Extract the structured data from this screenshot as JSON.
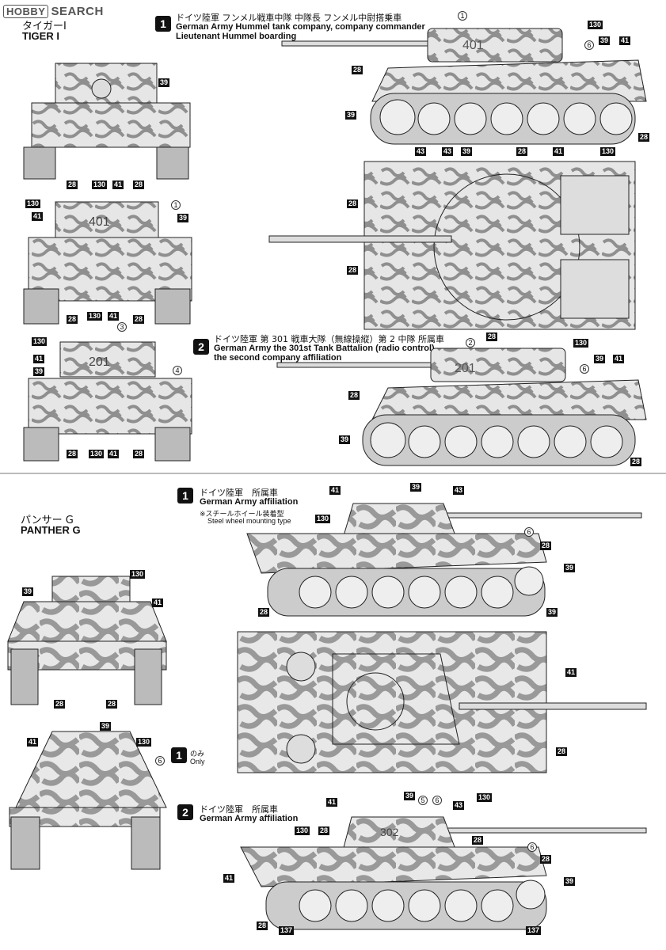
{
  "watermark": {
    "brand": "HOBBY",
    "text": "SEARCH"
  },
  "tiger": {
    "title_jp": "タイガーⅠ",
    "title_en": "TIGER I",
    "variant1": {
      "badge": "1",
      "line_jp": "ドイツ陸軍 フンメル戦車中隊 中隊長 フンメル中尉搭乗車",
      "line_en1": "German Army Hummel tank company, company commander",
      "line_en2": "Lieutenant Hummel boarding",
      "turret_number": "401"
    },
    "variant2": {
      "badge": "2",
      "line_jp": "ドイツ陸軍 第 301 戦車大隊（無線操縦）第 2 中隊 所属車",
      "line_en1": "German Army the 301st Tank Battalion (radio control)",
      "line_en2": "the second company affiliation",
      "turret_number": "201"
    }
  },
  "panther": {
    "title_jp": "パンサー G",
    "title_en": "PANTHER G",
    "variant1": {
      "badge": "1",
      "line_jp": "ドイツ陸軍　所属車",
      "line_en": "German Army affiliation",
      "note_jp": "※スチールホイール装着型",
      "note_en": "Steel wheel mounting type",
      "only_badge": "1",
      "only_jp": "のみ",
      "only_en": "Only"
    },
    "variant2": {
      "badge": "2",
      "line_jp": "ドイツ陸軍　所属車",
      "line_en": "German Army affiliation",
      "turret_number": "302"
    }
  },
  "callouts": {
    "c28": "28",
    "c39": "39",
    "c41": "41",
    "c43": "43",
    "c130": "130",
    "c137": "137",
    "n1": "1",
    "n2": "2",
    "n3": "3",
    "n4": "4",
    "n5": "5",
    "n6": "6"
  },
  "colors": {
    "camo_light": "#e6e6e6",
    "camo_dark": "#8f8f8f",
    "outline": "#222222"
  }
}
